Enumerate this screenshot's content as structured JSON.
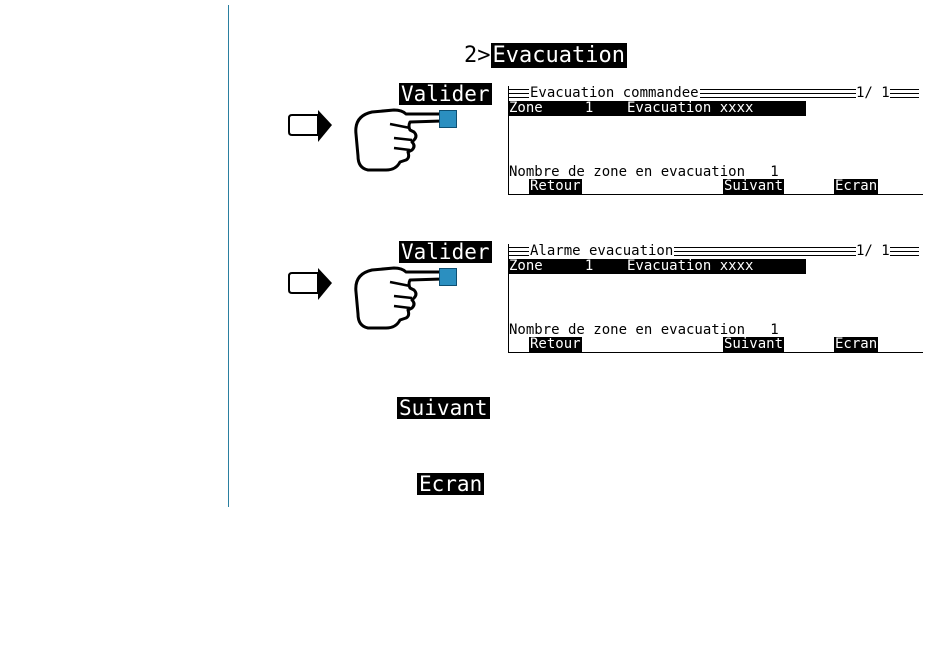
{
  "menu": {
    "prefix": "2>",
    "title": "Evacuation"
  },
  "keys": {
    "valider": "Valider",
    "suivant": "Suivant",
    "ecran": "Ecran"
  },
  "screens": [
    {
      "title": "Evacuation commandee",
      "page": "1/  1",
      "zone_row": "Zone     1    Evacuation xxxx",
      "count_row": "Nombre de zone en evacuation   1",
      "softkeys": [
        "Retour",
        "Suivant",
        "Ecran"
      ]
    },
    {
      "title": "Alarme evacuation",
      "page": "1/  1",
      "zone_row": "Zone     1    Evacuation xxxx",
      "count_row": "Nombre de zone en evacuation   1",
      "softkeys": [
        "Retour",
        "Suivant",
        "Ecran"
      ]
    }
  ],
  "icons": {
    "arrow": "right-arrow-icon",
    "hand": "pointing-hand-icon",
    "button": "keypad-button-icon"
  },
  "colors": {
    "rule": "#2a7fa0",
    "button": "#2b8fc0"
  }
}
